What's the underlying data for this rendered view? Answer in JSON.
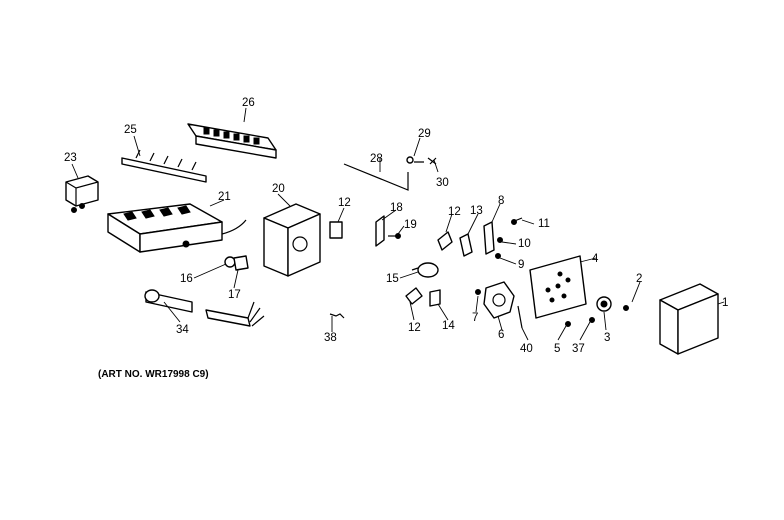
{
  "callouts": {
    "c1": "1",
    "c2": "2",
    "c3": "3",
    "c4": "4",
    "c5": "5",
    "c6": "6",
    "c7": "7",
    "c8": "8",
    "c9": "9",
    "c10": "10",
    "c11": "11",
    "c12a": "12",
    "c12b": "12",
    "c12c": "12",
    "c13": "13",
    "c14": "14",
    "c15": "15",
    "c16": "16",
    "c17": "17",
    "c18": "18",
    "c19": "19",
    "c20": "20",
    "c21": "21",
    "c23": "23",
    "c25": "25",
    "c26": "26",
    "c28": "28",
    "c29": "29",
    "c30": "30",
    "c34": "34",
    "c37": "37",
    "c38": "38",
    "c40": "40"
  },
  "caption": "(ART NO. WR17998 C9)"
}
